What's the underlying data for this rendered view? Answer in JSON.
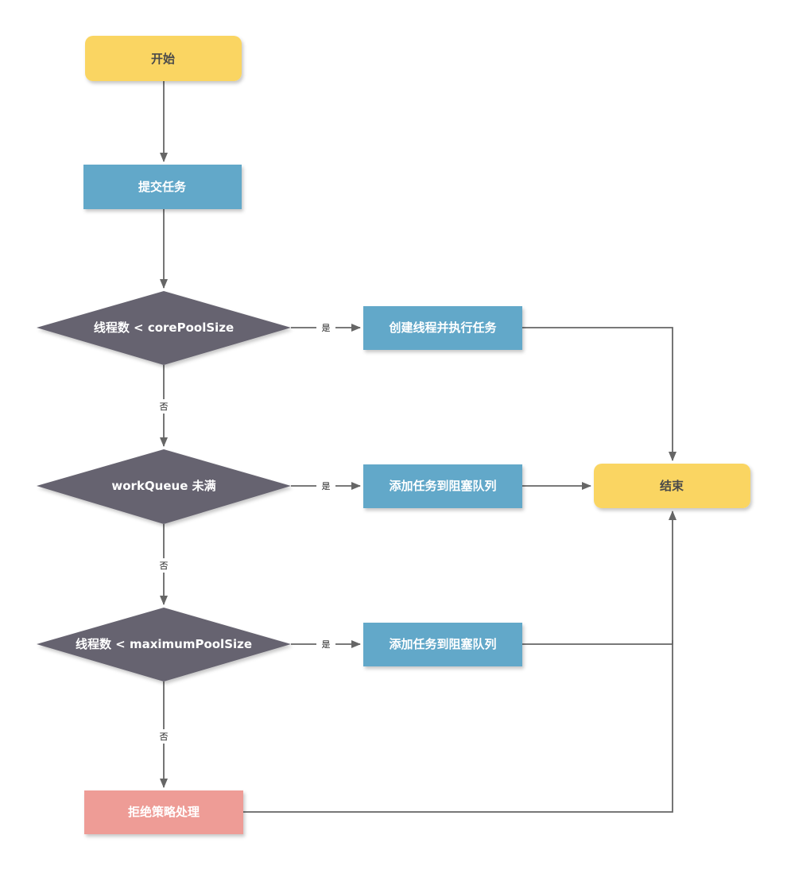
{
  "colors": {
    "terminal_fill": "#FAD562",
    "process_fill": "#62A8C9",
    "decision_fill": "#66636F",
    "reject_fill": "#EE9C96",
    "connector": "#666666",
    "dark_text": "#4A4A4A",
    "light_text": "#FFFFFF"
  },
  "nodes": {
    "start": {
      "text": "开始",
      "shape": "rounded-rect"
    },
    "submit": {
      "text": "提交任务",
      "shape": "rect"
    },
    "decision_core": {
      "text": "线程数 < corePoolSize",
      "shape": "diamond"
    },
    "create_thread": {
      "text": "创建线程并执行任务",
      "shape": "rect"
    },
    "decision_queue": {
      "text": "workQueue 未满",
      "shape": "diamond"
    },
    "enqueue_1": {
      "text": "添加任务到阻塞队列",
      "shape": "rect"
    },
    "end": {
      "text": "结束",
      "shape": "rounded-rect"
    },
    "decision_max": {
      "text": "线程数 < maximumPoolSize",
      "shape": "diamond"
    },
    "enqueue_2": {
      "text": "添加任务到阻塞队列",
      "shape": "rect"
    },
    "reject": {
      "text": "拒绝策略处理",
      "shape": "rect"
    }
  },
  "edge_labels": {
    "yes": "是",
    "no": "否"
  }
}
